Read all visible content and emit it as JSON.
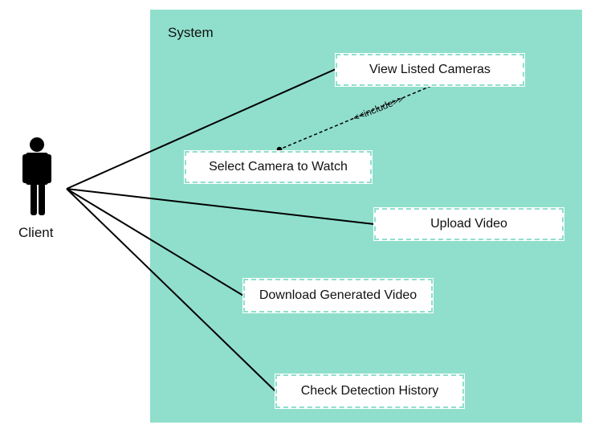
{
  "diagram": {
    "system_label": "System",
    "actor": {
      "label": "Client",
      "icon": "stick-figure-icon"
    },
    "use_cases": [
      {
        "id": "view",
        "label": "View Listed Cameras"
      },
      {
        "id": "select",
        "label": "Select Camera to Watch"
      },
      {
        "id": "upload",
        "label": "Upload Video"
      },
      {
        "id": "download",
        "label": "Download Generated Video"
      },
      {
        "id": "history",
        "label": "Check Detection History"
      }
    ],
    "relationships": [
      {
        "from": "Client",
        "to": "View Listed Cameras",
        "type": "association"
      },
      {
        "from": "Client",
        "to": "Upload Video",
        "type": "association"
      },
      {
        "from": "Client",
        "to": "Download Generated Video",
        "type": "association"
      },
      {
        "from": "Client",
        "to": "Check Detection History",
        "type": "association"
      },
      {
        "from": "View Listed Cameras",
        "to": "Select Camera to Watch",
        "type": "include",
        "label": "<<include>>"
      }
    ],
    "colors": {
      "system_fill": "#8fdfcc",
      "usecase_fill": "#ffffff",
      "line": "#000000"
    }
  }
}
